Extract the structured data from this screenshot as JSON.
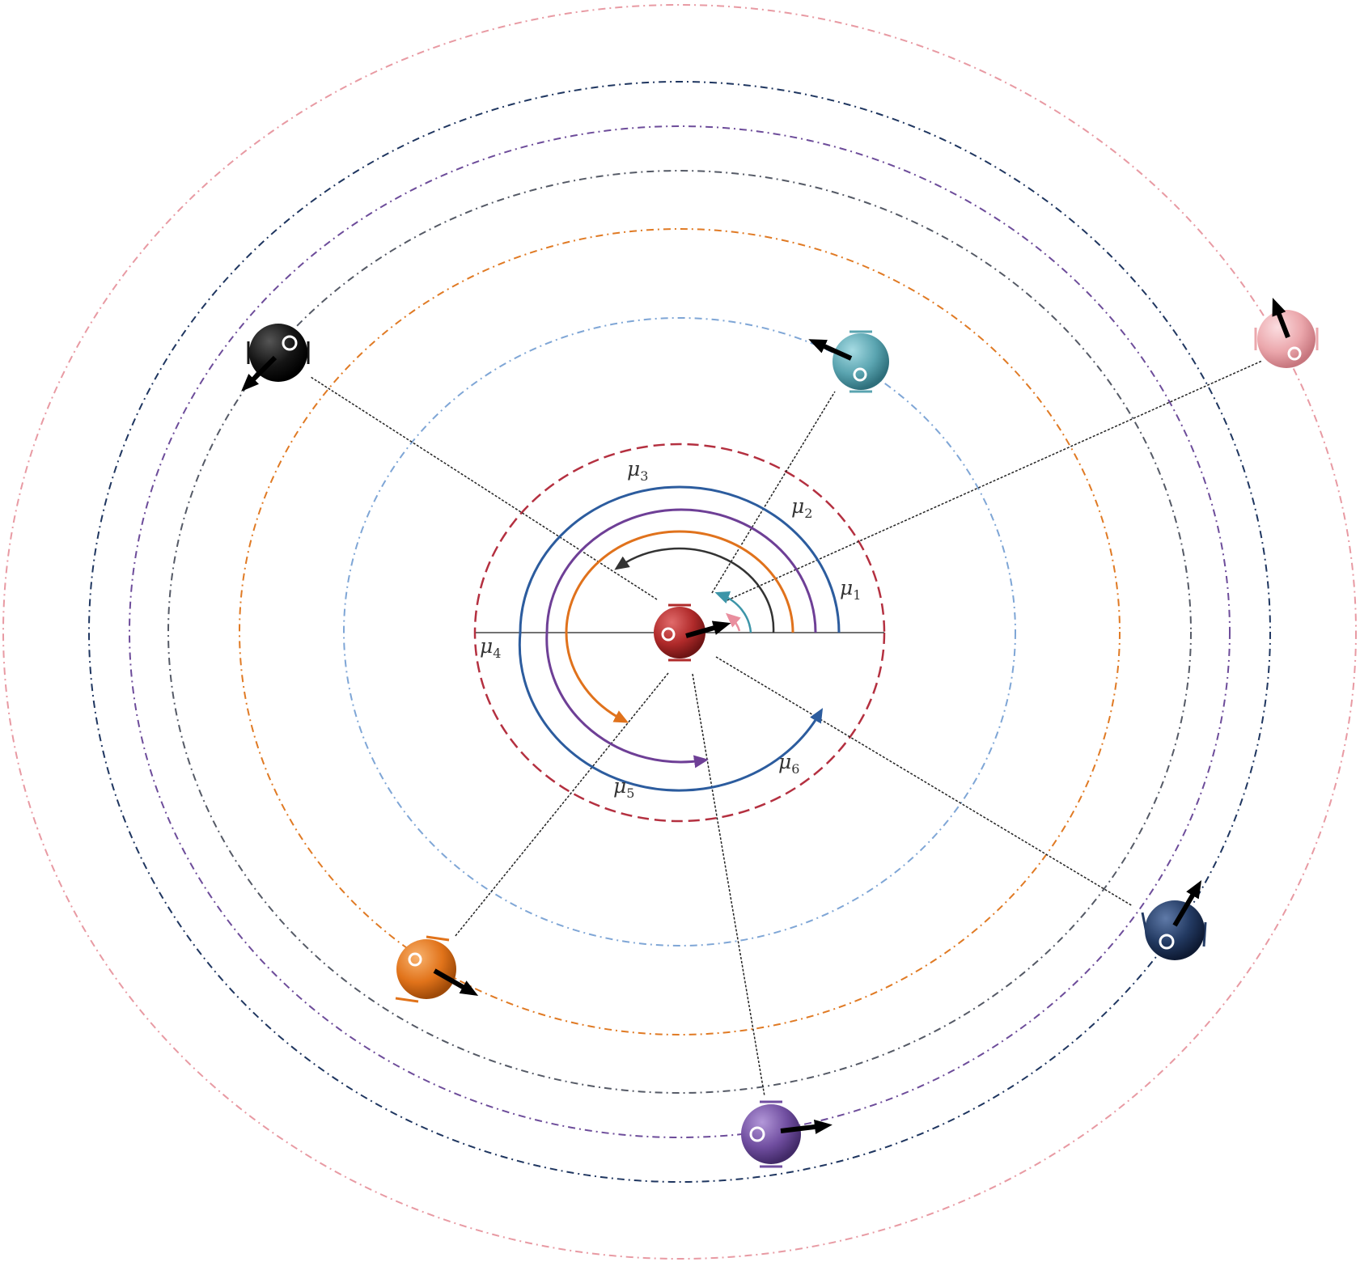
{
  "colors": {
    "red": "#b02a2a",
    "teal": "#5aa4b0",
    "pink": "#eba7ac",
    "black": "#151515",
    "orange": "#e1731a",
    "purple": "#704ea0",
    "navy": "#233a62",
    "blue_arc": "#2c5c9e",
    "purple_arc": "#6e3f96",
    "orange_arc": "#e0721c",
    "black_arc": "#222222",
    "teal_arc": "#3d95a8",
    "pink_arc": "#e98e9e",
    "light_blue_orbit": "#7fa6d6",
    "orange_orbit": "#e07a24",
    "gray_orbit": "#555a66",
    "purple_orbit": "#6d4c9a",
    "navy_orbit": "#1f3660",
    "pink_orbit": "#e89aa3",
    "ref_circle": "#b43040"
  },
  "labels": {
    "mu1": {
      "base": "μ",
      "sub": "1"
    },
    "mu2": {
      "base": "μ",
      "sub": "2"
    },
    "mu3": {
      "base": "μ",
      "sub": "3"
    },
    "mu4": {
      "base": "μ",
      "sub": "4"
    },
    "mu5": {
      "base": "μ",
      "sub": "5"
    },
    "mu6": {
      "base": "μ",
      "sub": "6"
    }
  },
  "robots": [
    {
      "id": "center-robot",
      "color": "red"
    },
    {
      "id": "robot-teal",
      "color": "teal"
    },
    {
      "id": "robot-pink",
      "color": "pink"
    },
    {
      "id": "robot-black",
      "color": "black"
    },
    {
      "id": "robot-orange",
      "color": "orange"
    },
    {
      "id": "robot-purple",
      "color": "purple"
    },
    {
      "id": "robot-navy",
      "color": "navy"
    }
  ]
}
